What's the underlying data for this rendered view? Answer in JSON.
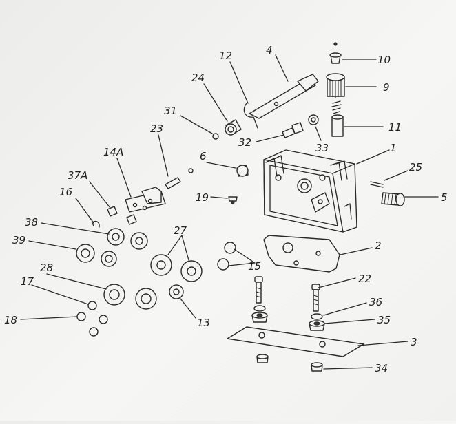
{
  "labels": {
    "p1": "1",
    "p2": "2",
    "p3": "3",
    "p4": "4",
    "p5": "5",
    "p6": "6",
    "p9": "9",
    "p10": "10",
    "p11": "11",
    "p12": "12",
    "p13": "13",
    "p14a": "14A",
    "p15": "15",
    "p16": "16",
    "p17": "17",
    "p18": "18",
    "p19": "19",
    "p22": "22",
    "p23": "23",
    "p24": "24",
    "p25": "25",
    "p27": "27",
    "p28": "28",
    "p31": "31",
    "p32": "32",
    "p33": "33",
    "p34": "34",
    "p35": "35",
    "p36": "36",
    "p37a": "37A",
    "p38": "38",
    "p39": "39"
  },
  "colors": {
    "ink": "#2a2a2a",
    "paper": "#f4f4f2"
  }
}
